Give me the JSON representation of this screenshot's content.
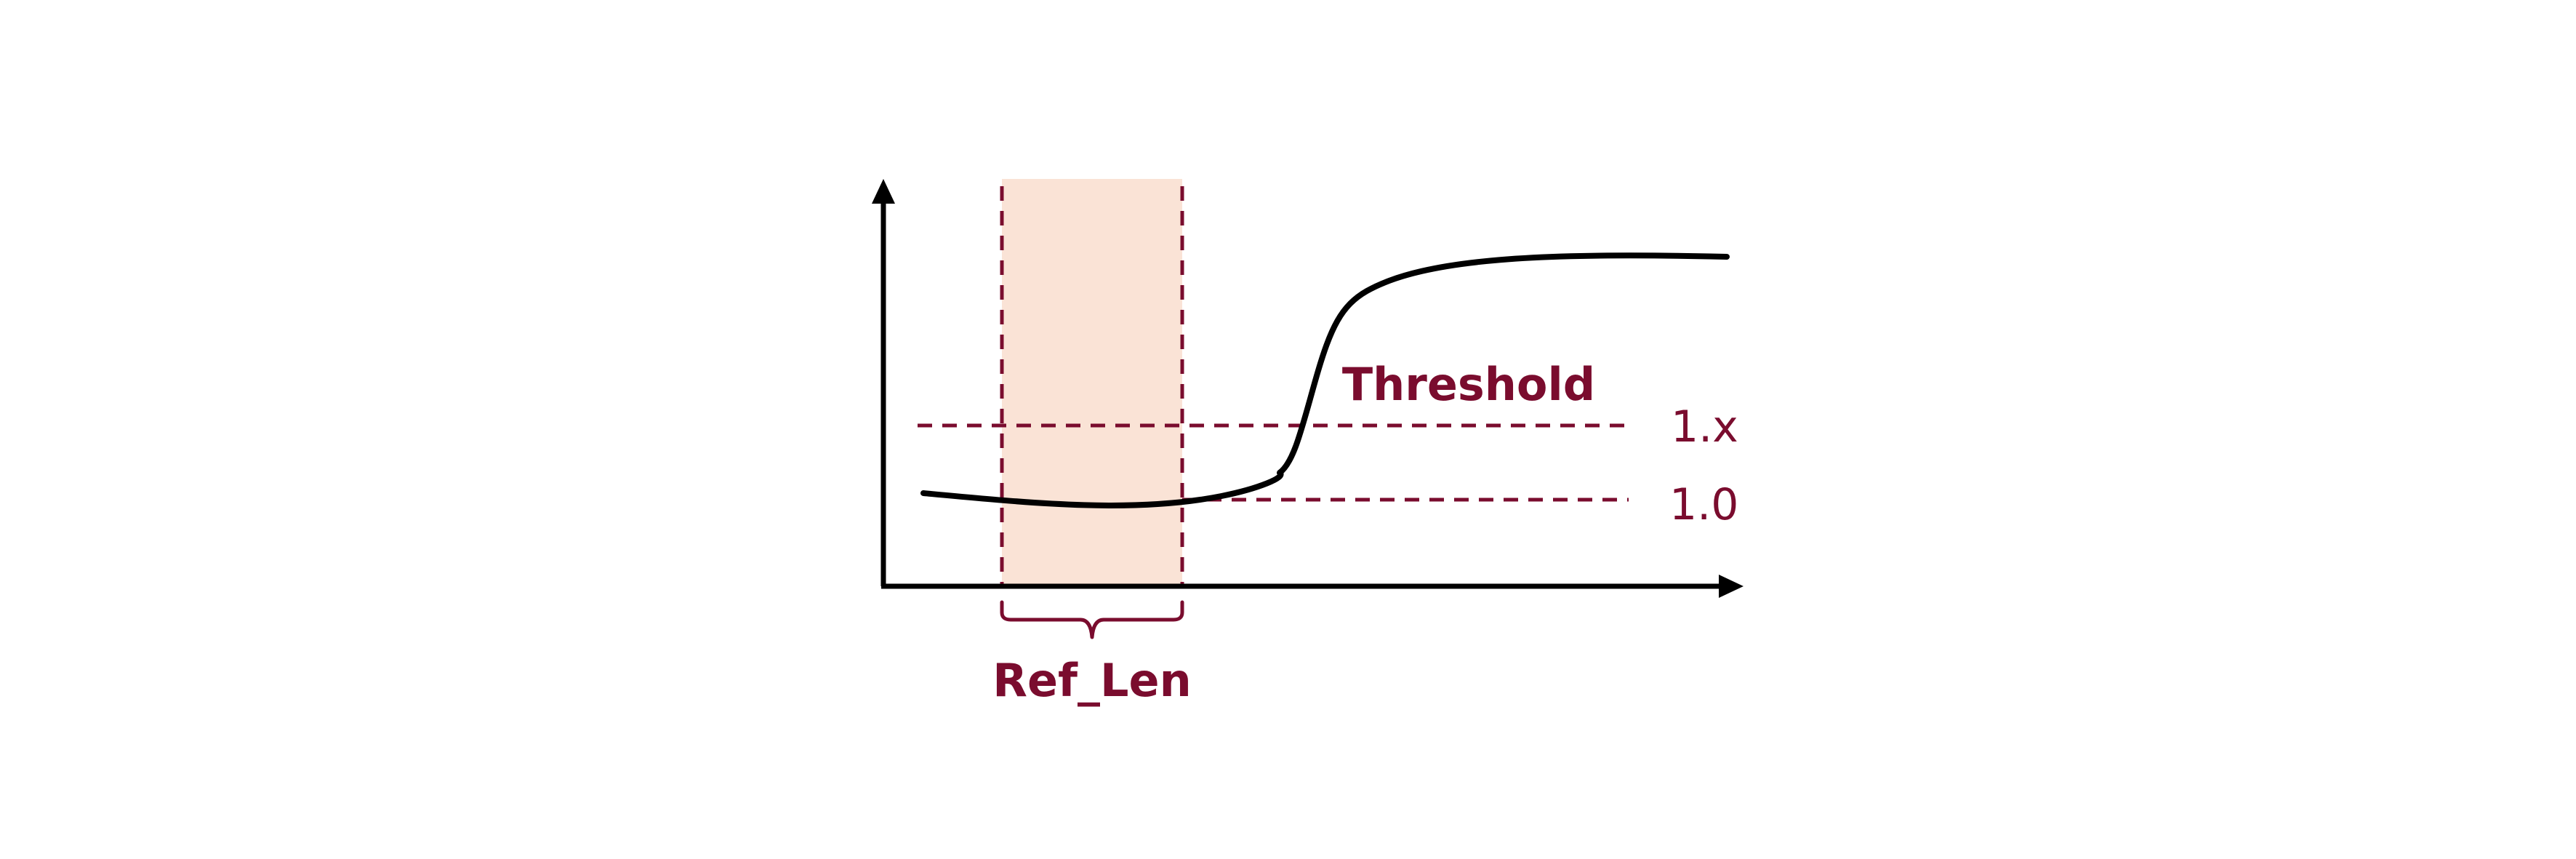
{
  "colors": {
    "accent": "#7a0c2e",
    "highlight": "#fae3d6",
    "curve": "#000000",
    "axis": "#000000"
  },
  "labels": {
    "threshold": "Threshold",
    "level_upper": "1.x",
    "level_base": "1.0",
    "ref_window": "Ref_Len"
  }
}
